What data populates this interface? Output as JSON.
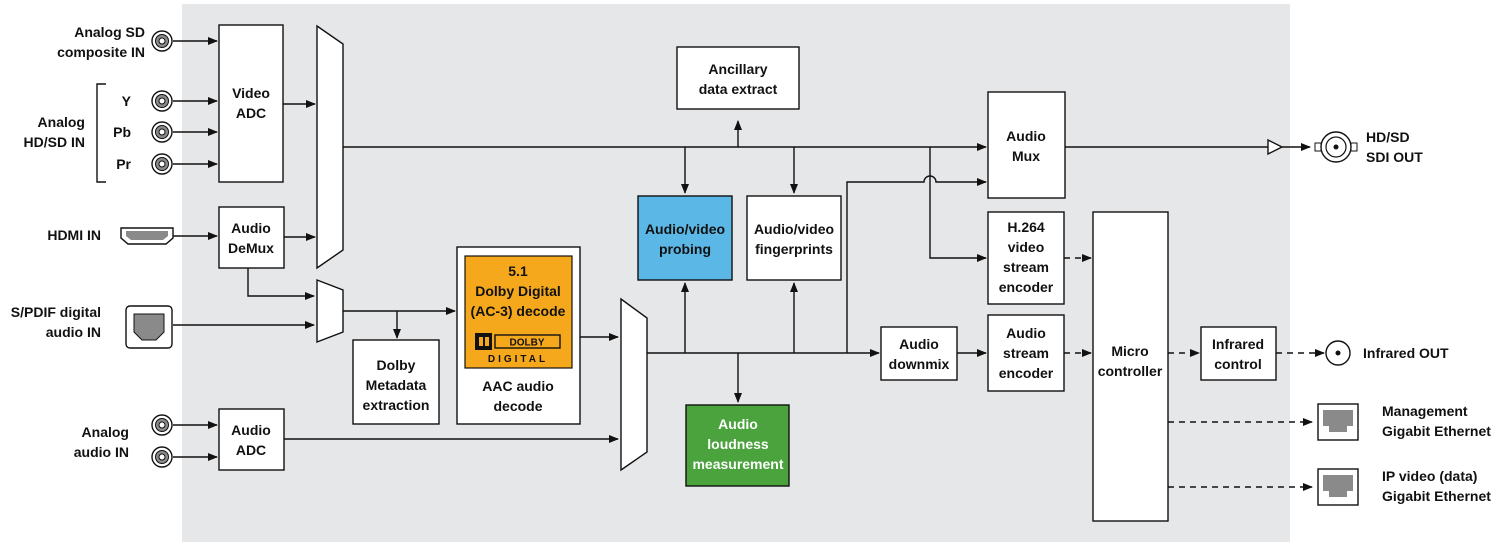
{
  "inputs": {
    "analog_sd_l1": "Analog SD",
    "analog_sd_l2": "composite IN",
    "analog_hd_l1": "Analog",
    "analog_hd_l2": "HD/SD IN",
    "y": "Y",
    "pb": "Pb",
    "pr": "Pr",
    "hdmi": "HDMI IN",
    "spdif_l1": "S/PDIF digital",
    "spdif_l2": "audio IN",
    "analog_audio_l1": "Analog",
    "analog_audio_l2": "audio IN"
  },
  "blocks": {
    "video_adc_l1": "Video",
    "video_adc_l2": "ADC",
    "audio_demux_l1": "Audio",
    "audio_demux_l2": "DeMux",
    "audio_adc_l1": "Audio",
    "audio_adc_l2": "ADC",
    "dolby_meta_l1": "Dolby",
    "dolby_meta_l2": "Metadata",
    "dolby_meta_l3": "extraction",
    "dolby_decode_l1": "5.1",
    "dolby_decode_l2": "Dolby Digital",
    "dolby_decode_l3": "(AC-3) decode",
    "dolby_logo_top": "DOLBY",
    "dolby_logo_bottom": "DIGITAL",
    "aac_l1": "AAC audio",
    "aac_l2": "decode",
    "ancillary_l1": "Ancillary",
    "ancillary_l2": "data extract",
    "probing_l1": "Audio/video",
    "probing_l2": "probing",
    "fingerprints_l1": "Audio/video",
    "fingerprints_l2": "fingerprints",
    "loudness_l1": "Audio",
    "loudness_l2": "loudness",
    "loudness_l3": "measurement",
    "audio_mux_l1": "Audio",
    "audio_mux_l2": "Mux",
    "h264_l1": "H.264",
    "h264_l2": "video",
    "h264_l3": "stream",
    "h264_l4": "encoder",
    "downmix_l1": "Audio",
    "downmix_l2": "downmix",
    "audio_enc_l1": "Audio",
    "audio_enc_l2": "stream",
    "audio_enc_l3": "encoder",
    "micro_l1": "Micro",
    "micro_l2": "controller",
    "infrared_ctrl_l1": "Infrared",
    "infrared_ctrl_l2": "control"
  },
  "outputs": {
    "sdi_l1": "HD/SD",
    "sdi_l2": "SDI OUT",
    "infrared_out": "Infrared OUT",
    "mgmt_l1": "Management",
    "mgmt_l2": "Gigabit Ethernet",
    "ipvideo_l1": "IP video (data)",
    "ipvideo_l2": "Gigabit Ethernet"
  },
  "colors": {
    "panel": "#e6e7e9",
    "dolby_orange": "#f5a81c",
    "probing_blue": "#5bb8e6",
    "loudness_green": "#4aa33d"
  },
  "icons": [
    "rca-jack-icon",
    "hdmi-port-icon",
    "optical-port-icon",
    "bnc-connector-icon",
    "infrared-icon",
    "ethernet-port-icon",
    "dolby-logo-icon"
  ]
}
